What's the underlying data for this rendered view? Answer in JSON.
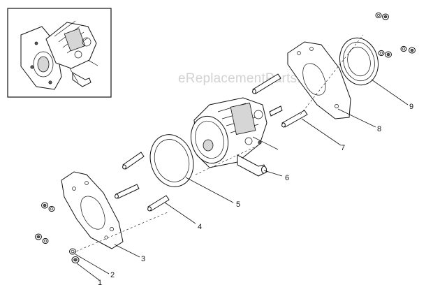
{
  "watermark": "eReplacementParts.com",
  "callouts": [
    {
      "id": "c1",
      "label": "1"
    },
    {
      "id": "c2",
      "label": "2"
    },
    {
      "id": "c3",
      "label": "3"
    },
    {
      "id": "c4",
      "label": "4"
    },
    {
      "id": "c5",
      "label": "5"
    },
    {
      "id": "c6",
      "label": "6"
    },
    {
      "id": "c7",
      "label": "7"
    },
    {
      "id": "c8",
      "label": "8"
    },
    {
      "id": "c9",
      "label": "9"
    }
  ]
}
